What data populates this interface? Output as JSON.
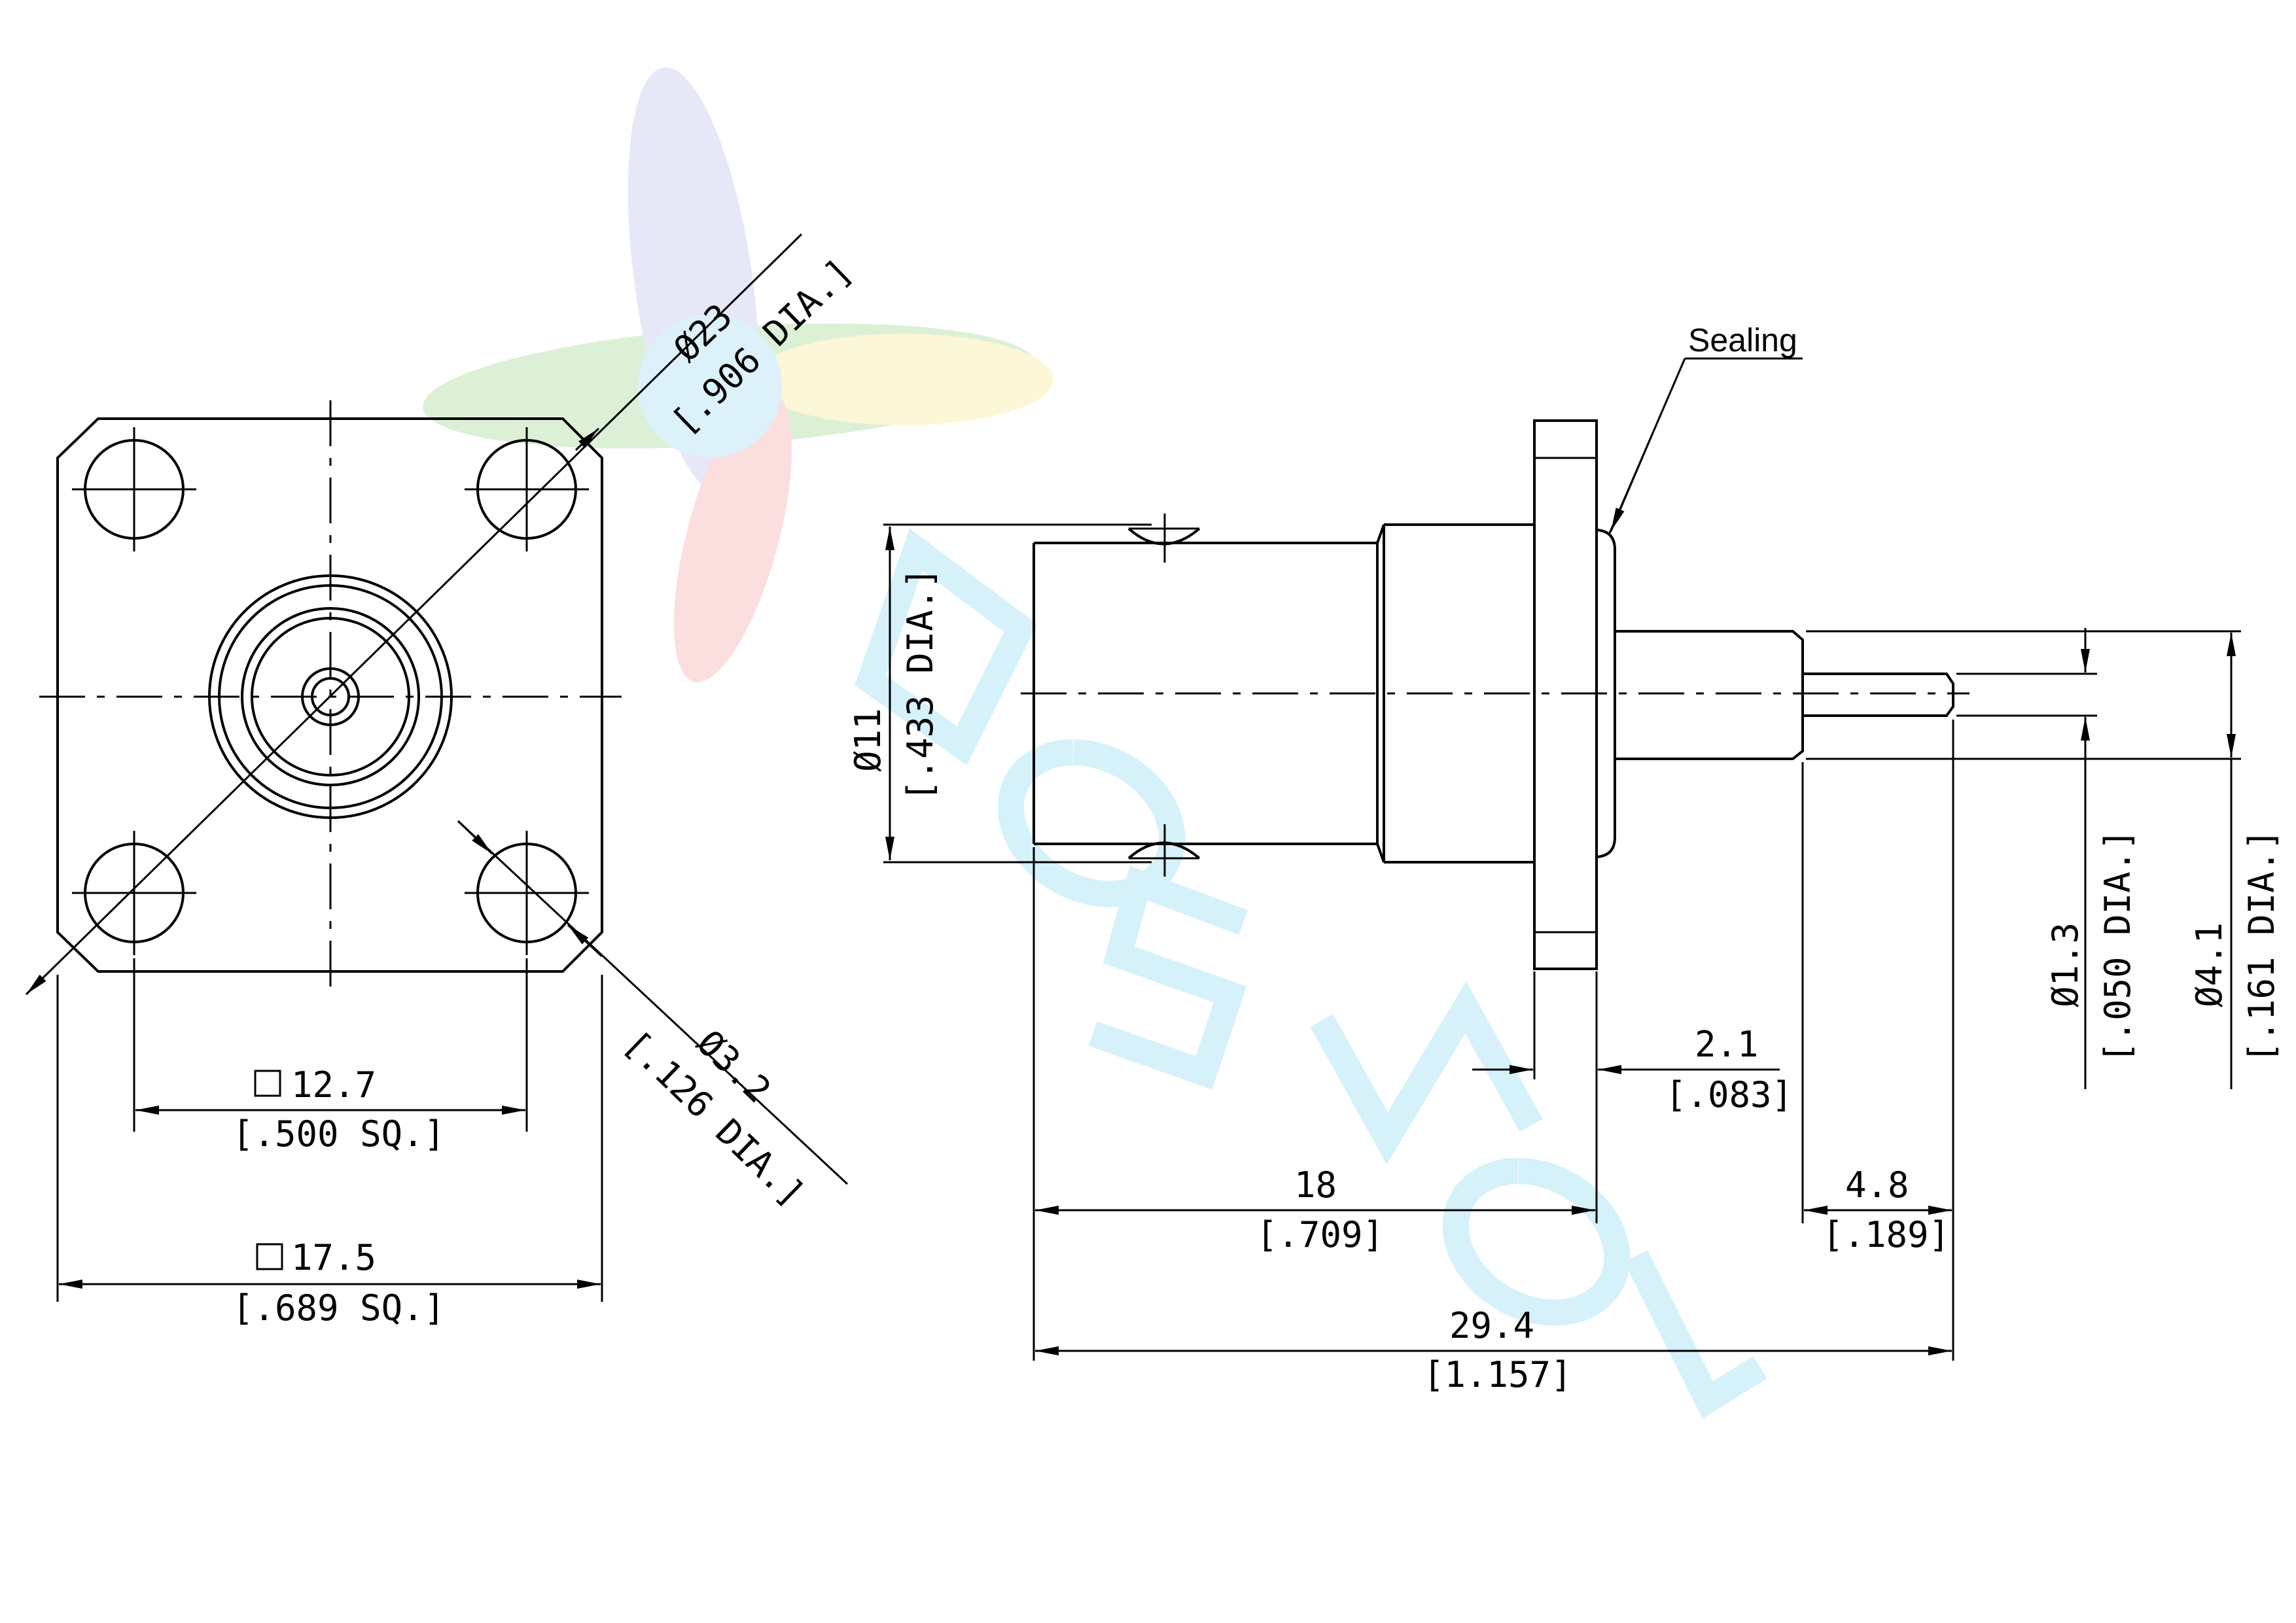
{
  "front_view": {
    "flange_dia_mm": "Ø23",
    "flange_dia_in": "[.906 DIA.]",
    "hole_dia_mm": "Ø3.2",
    "hole_dia_in": "[.126 DIA.]",
    "hole_spacing_mm": "12.7",
    "hole_spacing_in": "[.500 SQ.]",
    "flange_sq_mm": "17.5",
    "flange_sq_in": "[.689 SQ.]"
  },
  "side_view": {
    "sealing_label": "Sealing",
    "body_dia_mm": "Ø11",
    "body_dia_in": "[.433 DIA.]",
    "flange_thk_mm": "2.1",
    "flange_thk_in": "[.083]",
    "body_len_mm": "18",
    "body_len_in": "[.709]",
    "pin_len_mm": "4.8",
    "pin_len_in": "[.189]",
    "total_len_mm": "29.4",
    "total_len_in": "[1.157]",
    "pin_dia_mm": "Ø1.3",
    "pin_dia_in": "[.050 DIA.]",
    "insulator_dia_mm": "Ø4.1",
    "insulator_dia_in": "[.161 DIA.]"
  },
  "watermark": {
    "text": "ROSNOL",
    "colors": [
      "#3a8fd8",
      "#e05050",
      "#f2d24a",
      "#58b85a",
      "#7fd8ec"
    ]
  }
}
